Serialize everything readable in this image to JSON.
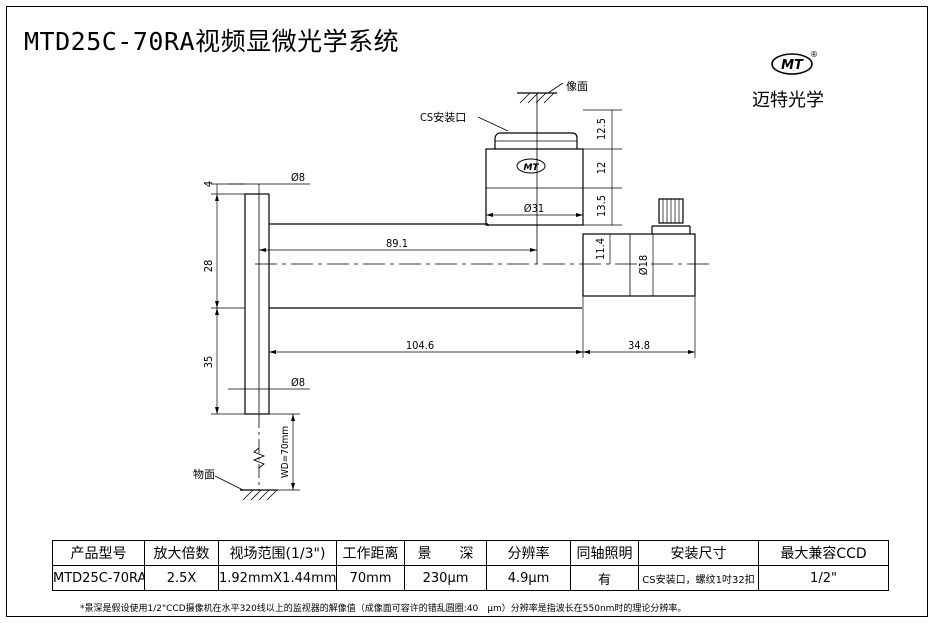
{
  "title": "MTD25C-70RA视频显微光学系统",
  "logo": {
    "mark": "MT",
    "registered": "®",
    "company": "迈特光学"
  },
  "labels": {
    "image_plane": "像面",
    "object_plane": "物面",
    "cs_mount": "CS安装口",
    "lens_logo": "MT"
  },
  "dimensions": {
    "d_4": "4",
    "d_phi8_top": "Ø8",
    "d_28": "28",
    "d_35": "35",
    "d_phi8_bottom": "Ø8",
    "d_89_1": "89.1",
    "d_104_6": "104.6",
    "d_34_8": "34.8",
    "d_phi31": "Ø31",
    "d_12_5": "12.5",
    "d_12": "12",
    "d_13_5": "13.5",
    "d_11_4": "11.4",
    "d_phi18": "Ø18",
    "d_wd": "WD=70mm"
  },
  "table": {
    "headers": [
      "产品型号",
      "放大倍数",
      "视场范围(1/3\")",
      "工作距离",
      "景　　深",
      "分辨率",
      "同轴照明",
      "安装尺寸",
      "最大兼容CCD"
    ],
    "row": [
      "MTD25C-70RA",
      "2.5X",
      "1.92mmX1.44mm",
      "70mm",
      "230μm",
      "4.9μm",
      "有",
      "CS安装口，螺纹1吋32扣",
      "1/2\""
    ]
  },
  "footnote": "*景深是假设使用1/2\"CCD摄像机在水平320线以上的监视器的解像值（成像面可容许的错乱圆圈:40　μm）分辨率是指波长在550nm时的理论分辨率。"
}
